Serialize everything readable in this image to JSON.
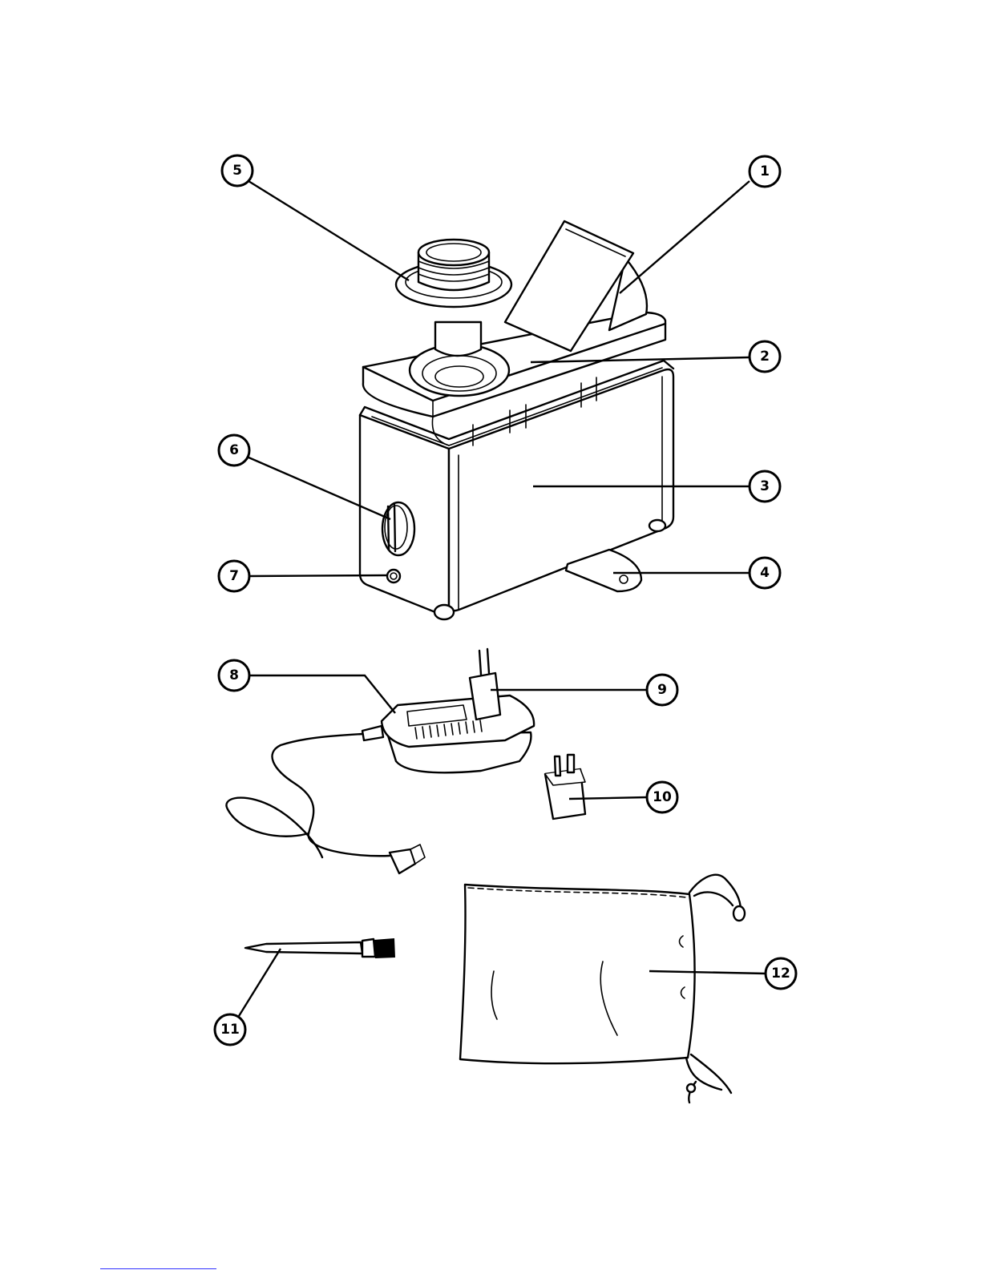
{
  "callouts": {
    "c1": "1",
    "c2": "2",
    "c3": "3",
    "c4": "4",
    "c5": "5",
    "c6": "6",
    "c7": "7",
    "c8": "8",
    "c9": "9",
    "c10": "10",
    "c11": "11",
    "c12": "12"
  },
  "colors": {
    "line": "#000000",
    "background": "#ffffff",
    "footer_rule": "#3333ff"
  }
}
